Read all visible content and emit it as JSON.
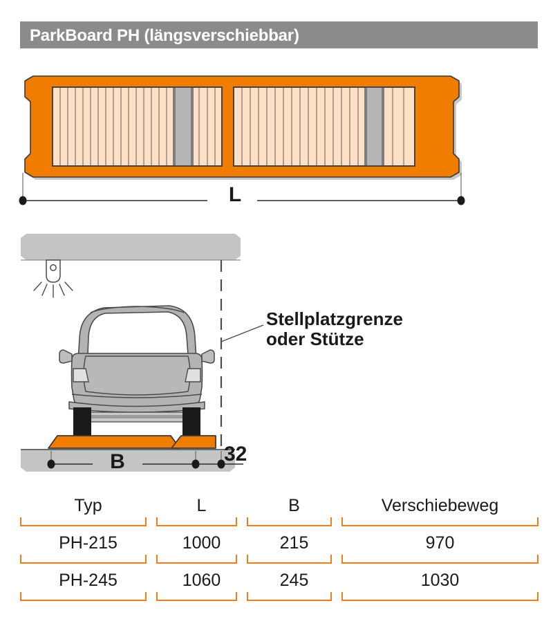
{
  "header": {
    "title": "ParkBoard PH (längsverschiebbar)",
    "background_color": "#8b8b8b",
    "text_color": "#ffffff"
  },
  "colors": {
    "platform_orange": "#f07d00",
    "table_bracket_orange": "#f07d1a",
    "slat_cream": "#fce0c8",
    "concrete_gray": "#c4c4c4",
    "metal_gray": "#b5b5b5",
    "car_body_gray": "#b3b3b3",
    "outline": "#3a3a3a",
    "tire_black": "#1a1a1a"
  },
  "top_view": {
    "name": "plan-view-of-parkboard-platform",
    "dimension": {
      "label": "L",
      "name": "length-dimension"
    },
    "slat_panels": 2,
    "left_panel_slat_count": 22,
    "right_panel_slat_count": 18
  },
  "section_view": {
    "name": "front-section-view-with-car",
    "ceiling_label": "ceiling-slab",
    "light_fixture": "ceiling-light-icon",
    "car": "car-front-view",
    "platform": "orange-ramp-platform",
    "floor": "floor-slab",
    "centerline": "parking-space-boundary-centerline",
    "callout": {
      "line1": "Stellplatzgrenze",
      "line2": "oder Stütze"
    },
    "dimensions": {
      "width_label": "B",
      "offset_label": "32"
    }
  },
  "table": {
    "name": "specification-table",
    "columns": [
      "Typ",
      "L",
      "B",
      "Verschiebeweg"
    ],
    "rows": [
      {
        "typ": "PH-215",
        "l": "1000",
        "b": "215",
        "verschiebeweg": "970"
      },
      {
        "typ": "PH-245",
        "l": "1060",
        "b": "245",
        "verschiebeweg": "1030"
      }
    ]
  }
}
